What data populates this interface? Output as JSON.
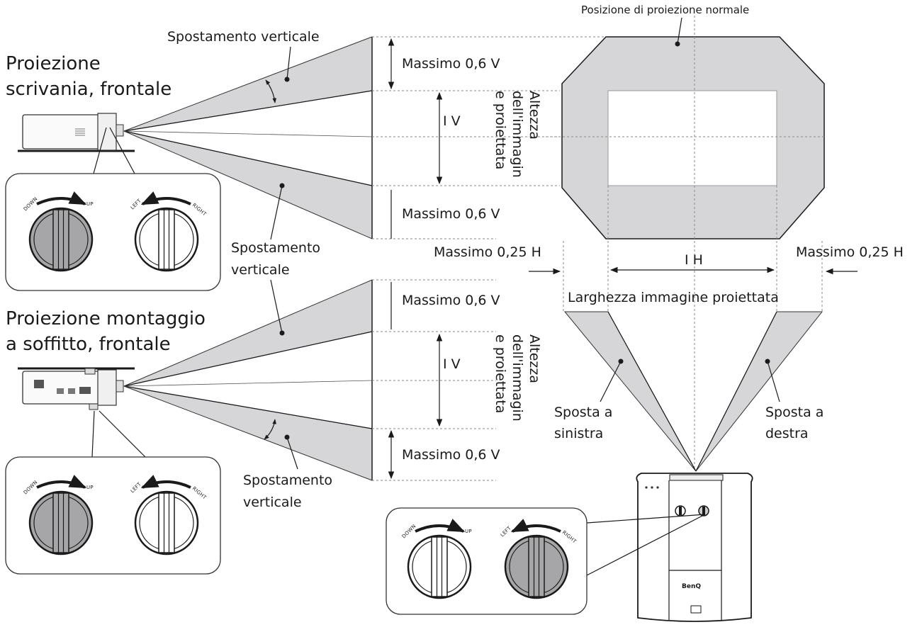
{
  "diagram": {
    "colors": {
      "shade": "#d6d6d8",
      "knob_shaded": "#a6a6a8",
      "line": "#1a1a1a",
      "guide": "#8a8a8a"
    },
    "top_right_label": "Posizione di proiezione normale",
    "desk": {
      "title_line1": "Proiezione",
      "title_line2": "scrivania, frontale",
      "shift_label": "Spostamento verticale",
      "shift_lower_line1": "Spostamento",
      "shift_lower_line2": "verticale"
    },
    "ceiling": {
      "title_line1": "Proiezione montaggio",
      "title_line2": "a soffitto, frontale",
      "shift_line1": "Spostamento",
      "shift_line2": "verticale"
    },
    "vertical": {
      "max_label": "Massimo 0,6 V",
      "one_v": "I V",
      "height_line1": "Altezza",
      "height_line2": "dell'immagin",
      "height_line3": "e proiettata"
    },
    "horizontal": {
      "max_left": "Massimo 0,25 H",
      "max_right": "Massimo 0,25 H",
      "one_h": "I H",
      "width_label": "Larghezza immagine proiettata",
      "left_line1": "Sposta a",
      "left_line2": "sinistra",
      "right_line1": "Sposta a",
      "right_line2": "destra"
    },
    "knobs": {
      "down": "DOWN",
      "up": "UP",
      "left": "LEFT",
      "right": "RIGHT"
    },
    "brand": "BenQ"
  }
}
